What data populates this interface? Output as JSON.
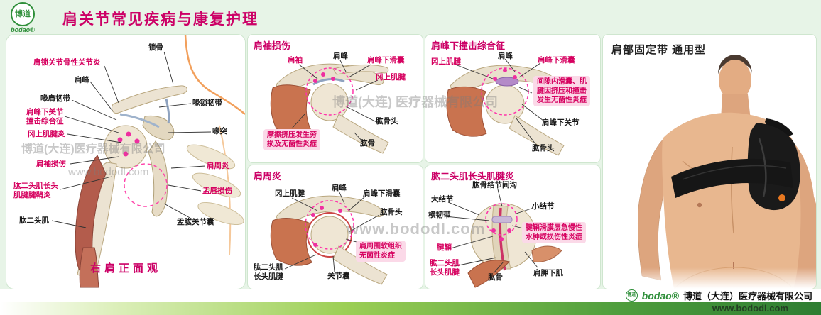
{
  "header": {
    "logo_seal": "博道",
    "logo_text": "bodao®",
    "title": "肩关节常见疾病与康复护理"
  },
  "watermarks": {
    "company": "博道(大连)医疗器械有限公司",
    "company_mid": "博道(大连) 医疗器械有限公司",
    "url": "www.bododl.com",
    "url_big": "www.bododl.com"
  },
  "anatomy": {
    "caption": "右肩正面观",
    "labels": [
      "锁骨",
      "肩锁关节骨性关节炎",
      "肩峰",
      "喙肩韧带",
      "肩峰下关节\n撞击综合征",
      "冈上肌腱炎",
      "肩袖损伤",
      "肱二头肌长头\n肌腱腱鞘炎",
      "肱二头肌",
      "喙锁韧带",
      "喙突",
      "肩周炎",
      "盂唇损伤",
      "盂肱关节囊"
    ]
  },
  "panels": [
    {
      "title": "肩袖损伤",
      "labels": [
        "肩袖",
        "肩峰",
        "肩峰下滑囊",
        "冈上肌腱",
        "肱骨头",
        "肱骨"
      ],
      "note": "摩擦挤压发生劳\n损及无菌性炎症"
    },
    {
      "title": "肩峰下撞击综合征",
      "labels": [
        "冈上肌腱",
        "肩峰",
        "肩峰下滑囊",
        "肩峰下关节",
        "肱骨头"
      ],
      "note": "间隙内滑囊、肌\n腱因挤压和撞击\n发生无菌性炎症"
    },
    {
      "title": "肩周炎",
      "labels": [
        "冈上肌腱",
        "肩峰",
        "肩峰下滑囊",
        "肱骨头",
        "肱二头肌\n长头肌腱",
        "关节囊"
      ],
      "note": "肩周围软组织\n无菌性炎症"
    },
    {
      "title": "肱二头肌长头肌腱炎",
      "labels": [
        "肱骨结节间沟",
        "大结节",
        "小结节",
        "横韧带",
        "腱鞘",
        "肱二头肌\n长头肌腱",
        "肱骨",
        "肩胛下肌"
      ],
      "note": "腱鞘滑膜层急慢性\n水肿或损伤性炎症"
    }
  ],
  "product": {
    "title": "肩部固定带 通用型"
  },
  "footer": {
    "logo_seal": "博道",
    "logo_text": "bodao®",
    "company": "博道（大连）医疗器械有限公司",
    "url": "www.bododl.com"
  },
  "colors": {
    "accent": "#cc0066",
    "disease_red": "#d6005f",
    "brand_green": "#2f8f3a",
    "bone": "#ece3d2",
    "muscle": "#b35c4c"
  }
}
